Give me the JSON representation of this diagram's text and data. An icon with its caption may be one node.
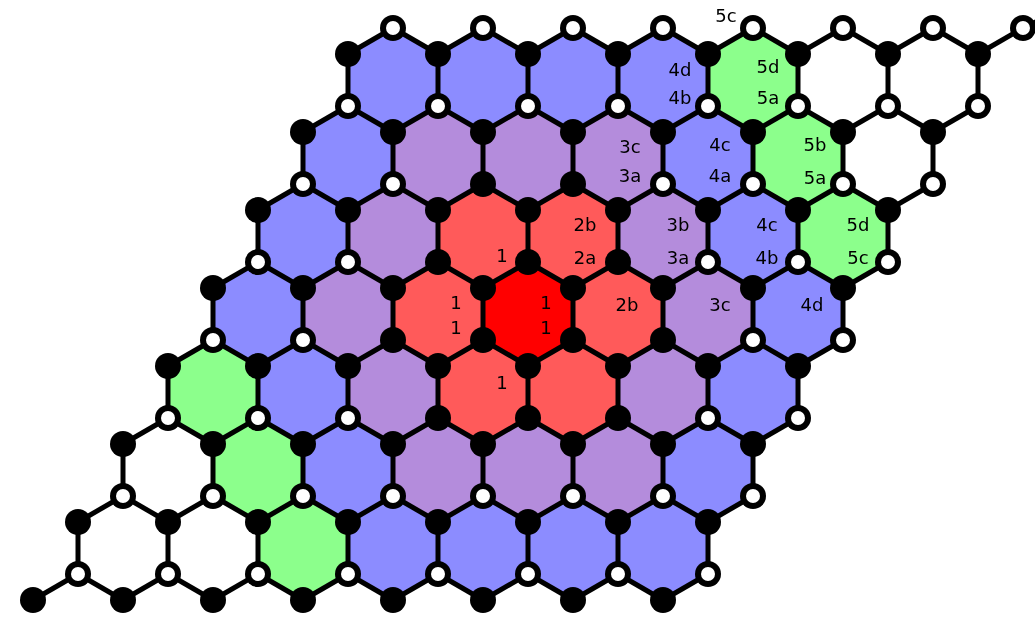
{
  "diagram": {
    "labels": [
      "5c",
      "4d",
      "5d",
      "4b",
      "5a",
      "3c",
      "4c",
      "5b",
      "3a",
      "4a",
      "5a",
      "2b",
      "3b",
      "4c",
      "5d",
      "1",
      "2a",
      "3a",
      "4b",
      "5c",
      "1",
      "1",
      "2b",
      "3c",
      "4d",
      "1",
      "1",
      "1"
    ]
  }
}
